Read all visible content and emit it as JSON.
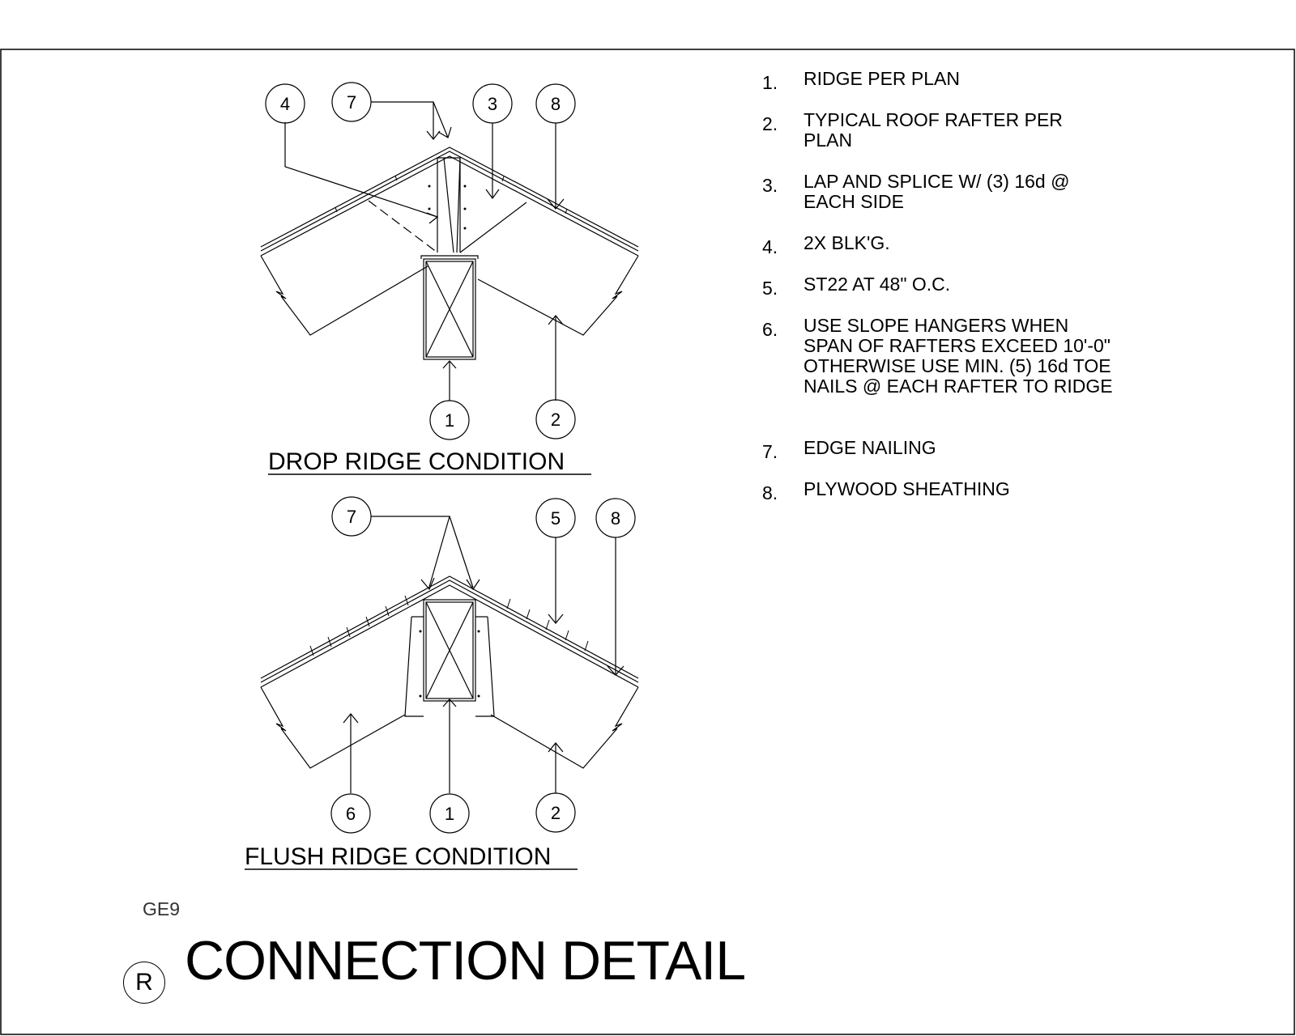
{
  "notes": [
    {
      "num": "1.",
      "text": "RIDGE PER PLAN"
    },
    {
      "num": "2.",
      "text": "TYPICAL ROOF RAFTER PER PLAN"
    },
    {
      "num": "3.",
      "text": "LAP AND SPLICE W/ (3) 16d @ EACH SIDE"
    },
    {
      "num": "4.",
      "text": "2X BLK'G."
    },
    {
      "num": "5.",
      "text": "ST22 AT 48\" O.C."
    },
    {
      "num": "6.",
      "text": "USE SLOPE HANGERS WHEN SPAN OF RAFTERS EXCEED 10'-0\" OTHERWISE USE MIN. (5) 16d TOE NAILS @ EACH RAFTER TO RIDGE"
    },
    {
      "num": "7.",
      "text": "EDGE NAILING"
    },
    {
      "num": "8.",
      "text": "PLYWOOD SHEATHING"
    }
  ],
  "details": {
    "drop": {
      "caption": "DROP RIDGE CONDITION",
      "bubbles": [
        "4",
        "7",
        "3",
        "8",
        "1",
        "2"
      ]
    },
    "flush": {
      "caption": "FLUSH RIDGE CONDITION",
      "bubbles": [
        "7",
        "5",
        "8",
        "6",
        "1",
        "2"
      ]
    }
  },
  "sheet": {
    "tag": "GE9",
    "title": "CONNECTION DETAIL",
    "revision_mark": "R"
  }
}
